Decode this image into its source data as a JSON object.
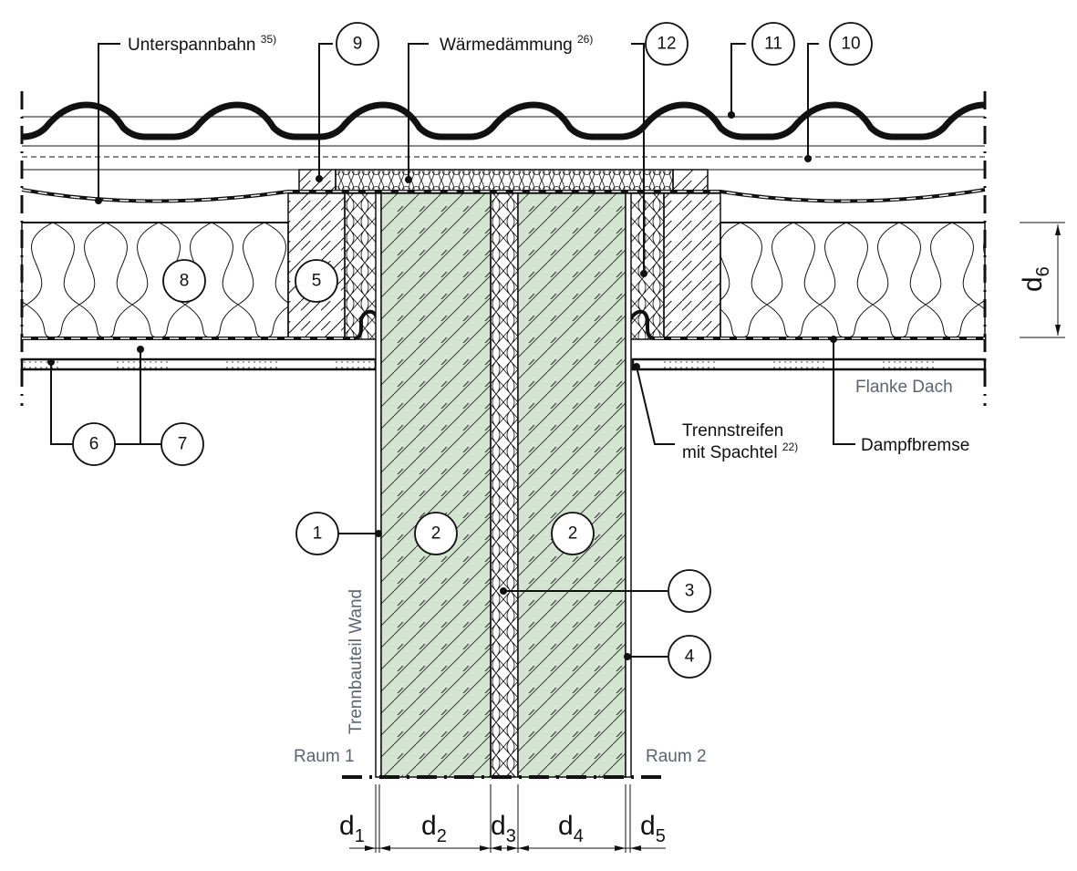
{
  "title": "Trennbauteil Wand / Flanke Dach - Anschlussdetail",
  "labels": {
    "unterspannbahn": "Unterspannbahn",
    "unterspannbahn_note": "35)",
    "waermedaemmung": "Wärmedämmung",
    "waermedaemmung_note": "26)",
    "trennstreifen_line1": "Trennstreifen",
    "trennstreifen_line2": "mit Spachtel",
    "trennstreifen_note": "22)",
    "dampfbremse": "Dampfbremse",
    "flanke_dach": "Flanke Dach",
    "trennbauteil_wand": "Trennbauteil Wand",
    "raum1": "Raum 1",
    "raum2": "Raum 2"
  },
  "callouts": [
    "1",
    "2",
    "2",
    "3",
    "4",
    "5",
    "6",
    "7",
    "8",
    "9",
    "10",
    "11",
    "12"
  ],
  "dimensions": {
    "d": "d",
    "subs": [
      "1",
      "2",
      "3",
      "4",
      "5",
      "6"
    ]
  },
  "colors": {
    "concrete_fill": "#d3e5d0",
    "text_grey": "#5b6470",
    "line": "#111111"
  }
}
